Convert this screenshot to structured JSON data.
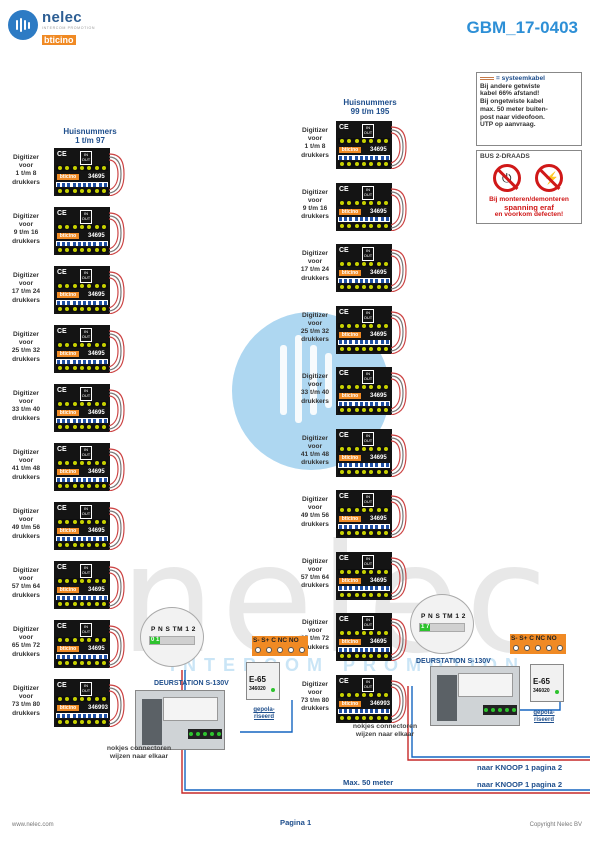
{
  "header": {
    "brand_name": "nelec",
    "brand_tagline": "INTERCOM PROMOTION",
    "brand_partner": "bticino",
    "doc_title": "GBM_17-0403"
  },
  "left_column": {
    "heading": "Huisnummers",
    "range": "1 t/m 97",
    "modules": [
      {
        "label": [
          "Digitizer",
          "voor",
          "1 t/m 8",
          "drukkers"
        ],
        "part": "34695"
      },
      {
        "label": [
          "Digitizer",
          "voor",
          "9 t/m 16",
          "drukkers"
        ],
        "part": "34695"
      },
      {
        "label": [
          "Digitizer",
          "voor",
          "17 t/m 24",
          "drukkers"
        ],
        "part": "34695"
      },
      {
        "label": [
          "Digitizer",
          "voor",
          "25 t/m 32",
          "drukkers"
        ],
        "part": "34695"
      },
      {
        "label": [
          "Digitizer",
          "voor",
          "33 t/m 40",
          "drukkers"
        ],
        "part": "34695"
      },
      {
        "label": [
          "Digitizer",
          "voor",
          "41 t/m 48",
          "drukkers"
        ],
        "part": "34695"
      },
      {
        "label": [
          "Digitizer",
          "voor",
          "49 t/m 56",
          "drukkers"
        ],
        "part": "34695"
      },
      {
        "label": [
          "Digitizer",
          "voor",
          "57 t/m 64",
          "drukkers"
        ],
        "part": "34695"
      },
      {
        "label": [
          "Digitizer",
          "voor",
          "65 t/m 72",
          "drukkers"
        ],
        "part": "34695"
      },
      {
        "label": [
          "Digitizer",
          "voor",
          "73 t/m 80",
          "drukkers"
        ],
        "part": "346993"
      }
    ]
  },
  "right_column": {
    "heading": "Huisnummers",
    "range": "99 t/m 195",
    "modules": [
      {
        "label": [
          "Digitizer",
          "voor",
          "1 t/m 8",
          "drukkers"
        ],
        "part": "34695"
      },
      {
        "label": [
          "Digitizer",
          "voor",
          "9 t/m 16",
          "drukkers"
        ],
        "part": "34695"
      },
      {
        "label": [
          "Digitizer",
          "voor",
          "17 t/m 24",
          "drukkers"
        ],
        "part": "34695"
      },
      {
        "label": [
          "Digitizer",
          "voor",
          "25 t/m 32",
          "drukkers"
        ],
        "part": "34695"
      },
      {
        "label": [
          "Digitizer",
          "voor",
          "33 t/m 40",
          "drukkers"
        ],
        "part": "34695"
      },
      {
        "label": [
          "Digitizer",
          "voor",
          "41 t/m 48",
          "drukkers"
        ],
        "part": "34695"
      },
      {
        "label": [
          "Digitizer",
          "voor",
          "49 t/m 56",
          "drukkers"
        ],
        "part": "34695"
      },
      {
        "label": [
          "Digitizer",
          "voor",
          "57 t/m 64",
          "drukkers"
        ],
        "part": "34695"
      },
      {
        "label": [
          "Digitizer",
          "voor",
          "65 t/m 72",
          "drukkers"
        ],
        "part": "34695"
      },
      {
        "label": [
          "Digitizer",
          "voor",
          "73 t/m 80",
          "drukkers"
        ],
        "part": "346993"
      }
    ]
  },
  "module_text": {
    "ce": "CE",
    "in": "IN",
    "out": "OUT",
    "brand": "bticino"
  },
  "info_box": {
    "cable_legend": "= systeemkabel",
    "lines": [
      "Bij andere getwiste",
      "kabel 66% afstand!",
      "Bij ongetwiste kabel",
      "max. 50 meter buiten-",
      "post naar videofoon.",
      "UTP op aanvraag."
    ]
  },
  "bus_box": {
    "title": "BUS 2-DRAADS",
    "warning": [
      "Bij monteren/demonteren",
      "spanning eraf",
      "en voorkom defecten!"
    ]
  },
  "station": {
    "title": "DEURSTATION S-130V",
    "callout_letters": "P N S TM 1 2",
    "callout_left": "0 1",
    "callout_right": "1 7",
    "relay_label": "S-  S+ C NC NO",
    "e65_title": "E-65",
    "e65_code": "346020",
    "polarized": [
      "gepola-",
      "riseerd"
    ],
    "connector_note": [
      "nokjes connectoren",
      "wijzen naar elkaar"
    ]
  },
  "routing": {
    "max_distance": "Max. 50 meter",
    "knoop_1": "naar KNOOP 1 pagina 2",
    "knoop_2": "naar KNOOP 1 pagina 2"
  },
  "watermark": {
    "text": "nelec",
    "sub": "INTERCOM PROMOTION"
  },
  "footer": {
    "website": "www.nelec.com",
    "page": "Pagina 1",
    "copyright": "Copyright Nelec BV"
  },
  "colors": {
    "accent_blue": "#1e4e8c",
    "title_blue": "#2d8fd6",
    "warning_red": "#d01818",
    "relay_orange": "#f08a24",
    "bus_red": "#c62828",
    "bus_blue": "#1565c0"
  }
}
